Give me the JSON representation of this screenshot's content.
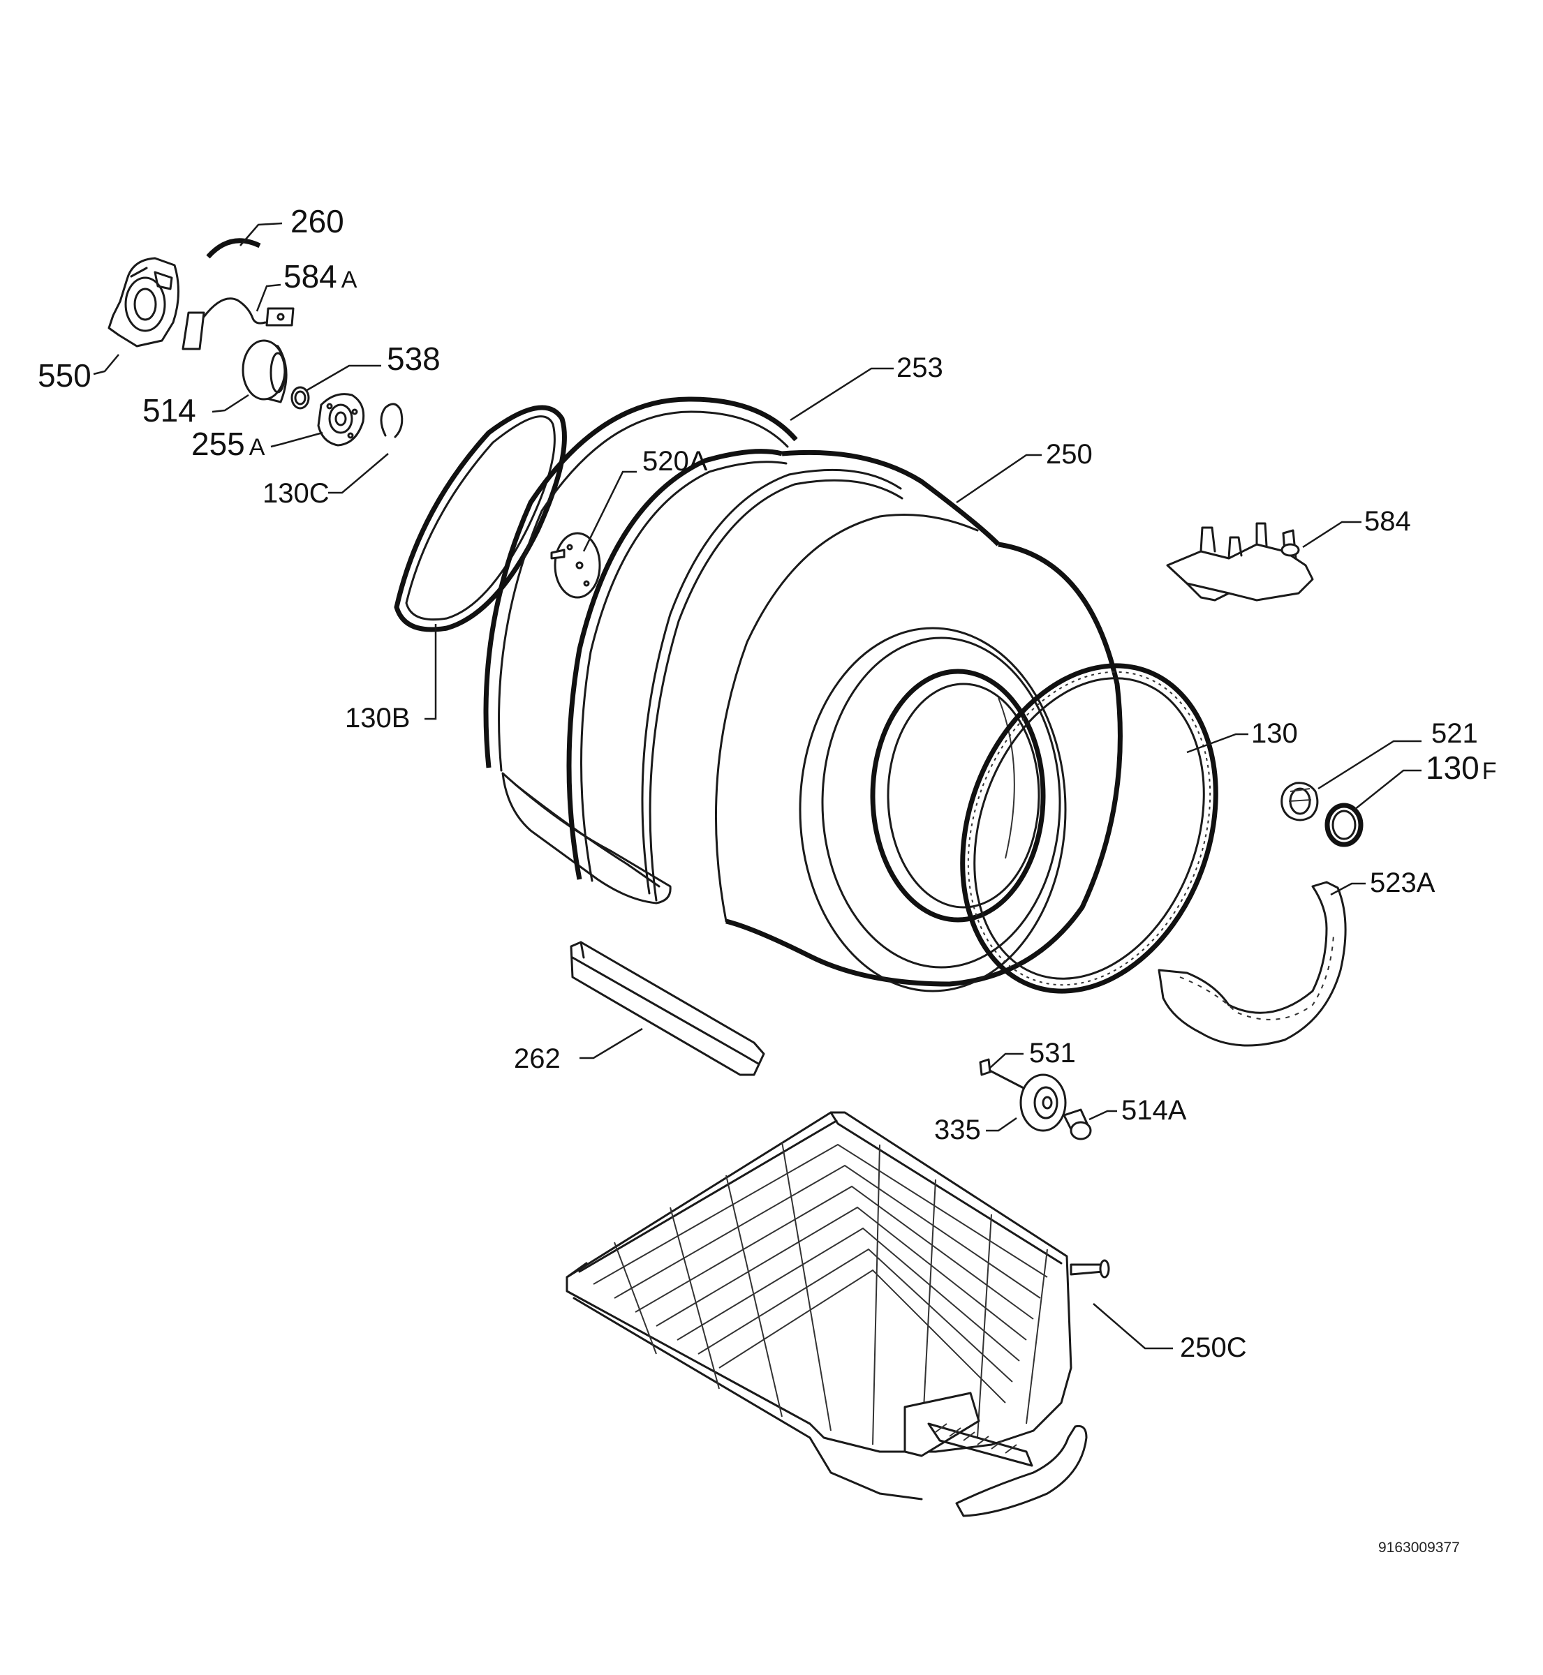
{
  "callouts": {
    "p260": "260",
    "p584a_num": "584",
    "p584a_suffix": "A",
    "p550": "550",
    "p538": "538",
    "p514": "514",
    "p255a_num": "255",
    "p255a_suffix": "A",
    "p130c": "130C",
    "p253": "253",
    "p520a": "520A",
    "p250": "250",
    "p584": "584",
    "p130b": "130B",
    "p130": "130",
    "p521": "521",
    "p130f_num": "130",
    "p130f_suffix": "F",
    "p523a": "523A",
    "p262": "262",
    "p531": "531",
    "p335": "335",
    "p514a": "514A",
    "p250c": "250C"
  },
  "document_code": "9163009377",
  "icons": {
    "drum": "dryer-drum-icon",
    "basket": "drying-basket-icon",
    "seal": "felt-seal-ring-icon"
  },
  "colors": {
    "line": "#1a1a1a",
    "background": "#ffffff"
  }
}
